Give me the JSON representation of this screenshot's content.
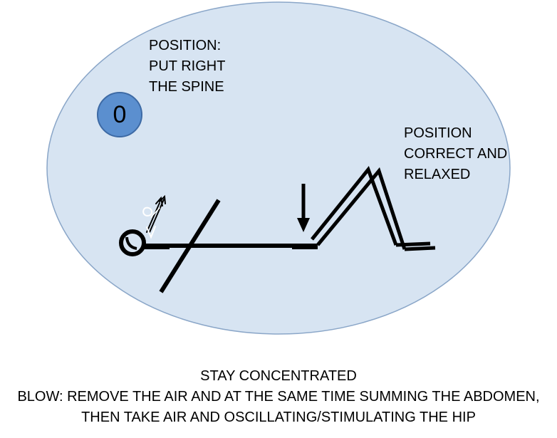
{
  "labels": {
    "spine": [
      "POSITION:",
      "PUT RIGHT",
      "THE SPINE"
    ],
    "relaxed": [
      "POSITION",
      "CORRECT AND",
      "RELAXED"
    ]
  },
  "badge": {
    "text": "0",
    "fill": "#5b8fcf",
    "stroke": "#3d6aa5"
  },
  "colors": {
    "ellipse_fill": "#d7e4f2",
    "ellipse_stroke": "#8aa6c8",
    "figure": "#000000"
  },
  "caption": [
    "STAY CONCENTRATED",
    "BLOW:  REMOVE THE AIR AND AT THE SAME TIME SUMMING THE ABDOMEN,",
    "THEN TAKE AIR AND OSCILLATING/STIMULATING THE HIP"
  ]
}
